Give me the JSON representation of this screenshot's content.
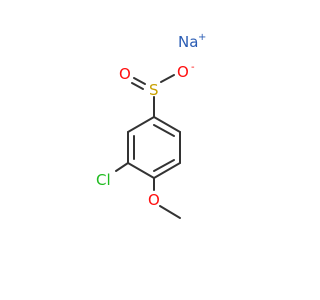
{
  "molecule": {
    "atoms": {
      "na": "Na",
      "na_charge": "+",
      "o_minus": "O",
      "o_minus_charge": "-",
      "o_double": "O",
      "s": "S",
      "cl": "Cl",
      "o_methoxy": "O"
    },
    "colors": {
      "bond": "#333333",
      "na": "#2a5cb4",
      "oxygen": "#ff0d0d",
      "sulfur": "#c8a000",
      "chlorine": "#1fbb1f"
    }
  }
}
